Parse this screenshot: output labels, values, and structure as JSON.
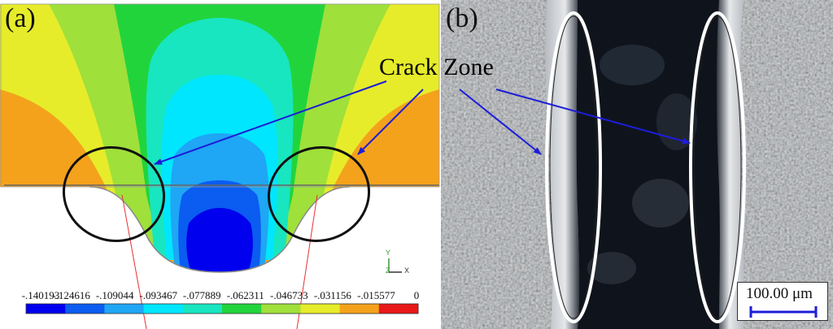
{
  "panel_a": {
    "label": "(a)",
    "legend": {
      "ticks": [
        "-.140193",
        "-.124616",
        "-.109044",
        "-.093467",
        "-.077889",
        "-.062311",
        "-.046733",
        "-.031156",
        "-.015577",
        "0"
      ],
      "colors": [
        "#0000ee",
        "#0b5cf0",
        "#1fa6f5",
        "#00e6ff",
        "#18e6c0",
        "#22d43c",
        "#9fe03a",
        "#e6ec2a",
        "#f4a21c",
        "#e81818"
      ]
    },
    "axis_triad": {
      "y": "Y",
      "z": "Z",
      "x": "X"
    }
  },
  "panel_b": {
    "label": "(b)",
    "scale_bar": "100.00  μm"
  },
  "annotation": {
    "label": "Crack Zone",
    "arrow_color": "#1d1dd8"
  }
}
